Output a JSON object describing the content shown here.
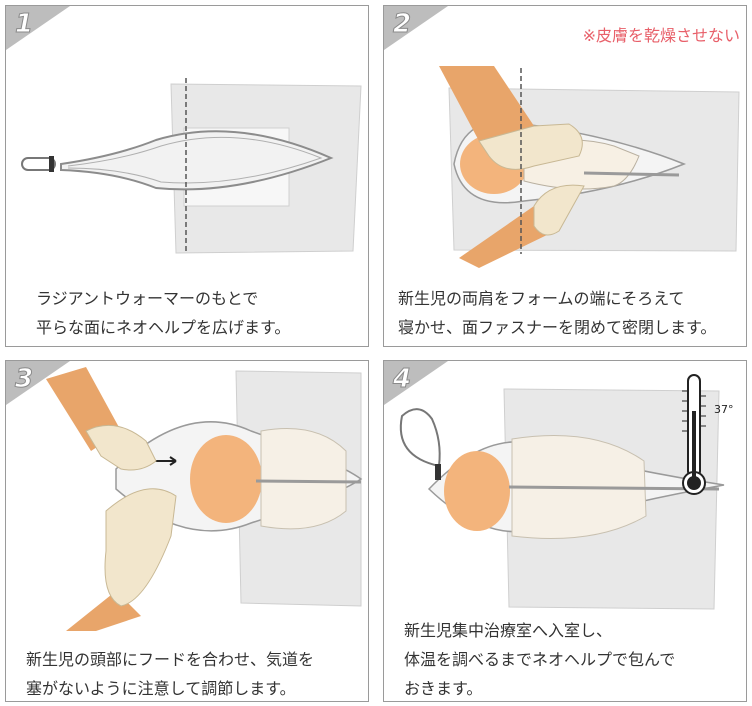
{
  "panels": [
    {
      "number": "1",
      "caption": [
        "ラジアントウォーマーのもとで",
        "平らな面にネオヘルプを広げます。"
      ]
    },
    {
      "number": "2",
      "note": "※皮膚を乾燥させない",
      "caption": [
        "新生児の両肩をフォームの端にそろえて",
        "寝かせ、面ファスナーを閉めて密閉します。"
      ]
    },
    {
      "number": "3",
      "caption": [
        "新生児の頭部にフードを合わせ、気道を",
        "塞がないように注意して調節します。"
      ]
    },
    {
      "number": "4",
      "thermometer_label": "37°",
      "caption": [
        "新生児集中治療室へ入室し、",
        "体温を調べるまでネオヘルプで包んで",
        "おきます。"
      ]
    }
  ],
  "colors": {
    "skin": "#f3b47c",
    "glove": "#f2e6cc",
    "arm": "#e8a56a",
    "bag": "#e6e6e6",
    "note": "#e8606a"
  }
}
